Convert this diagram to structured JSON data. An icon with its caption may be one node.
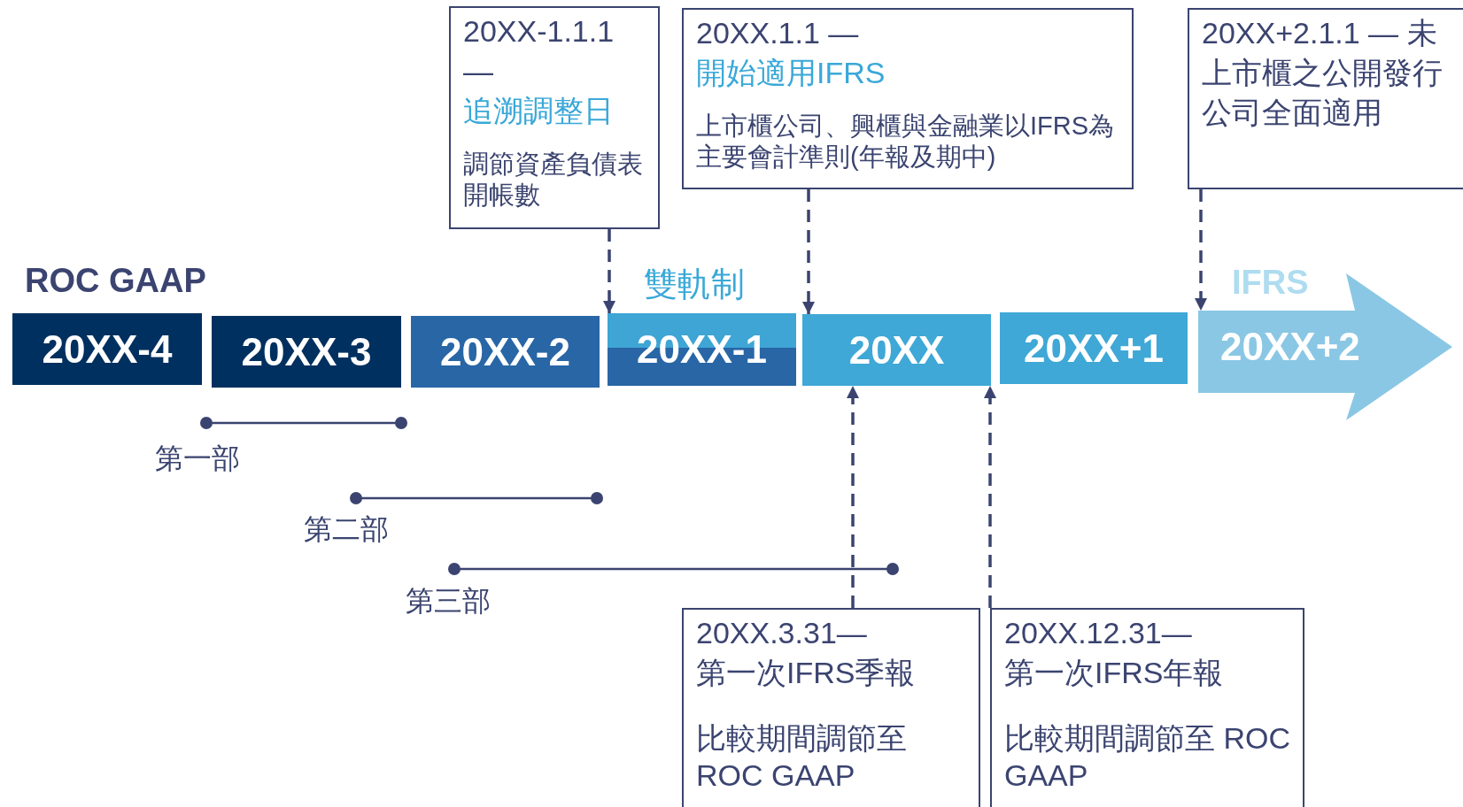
{
  "diagram": {
    "nodes": [
      {
        "text": [
          "20XX-4"
        ]
      },
      {
        "text": [
          "20XX-3"
        ]
      },
      {
        "text": [
          "20XX-2"
        ]
      },
      {
        "text": [
          "20XX-1"
        ]
      },
      {
        "text": [
          "20XX"
        ]
      },
      {
        "text": [
          "20XX+1"
        ]
      },
      {
        "text": [
          "20XX+2"
        ]
      },
      {
        "text": [
          "20XX-1.1.1 —",
          "追溯調整日",
          "調節資產負債表開帳數"
        ]
      },
      {
        "text": [
          "20XX.1.1 —",
          "開始適用IFRS",
          "上市櫃公司、興櫃與金融業以IFRS為主要會計準則(年報及期中)"
        ]
      },
      {
        "text": [
          "20XX+2.1.1 — 未上市櫃之公開發行公司全面適用"
        ]
      },
      {
        "text": [
          "20XX.3.31—",
          "第一次IFRS季報",
          "比較期間調節至 ROC GAAP"
        ]
      },
      {
        "text": [
          "20XX.12.31—",
          "第一次IFRS年報",
          "比較期間調節至 ROC GAAP"
        ]
      }
    ],
    "edges": [
      {
        "from": 7,
        "to": 3,
        "arrow": "to",
        "style": "dashed"
      },
      {
        "from": 8,
        "to": 4,
        "arrow": "to",
        "style": "dashed"
      },
      {
        "from": 9,
        "to": 6,
        "arrow": "to",
        "style": "dashed"
      },
      {
        "from": 10,
        "to": 4,
        "arrow": "to",
        "style": "dashed"
      },
      {
        "from": 11,
        "to": 4,
        "arrow": "to",
        "style": "dashed"
      }
    ],
    "labels": [
      "ROC GAAP",
      "雙軌制",
      "IFRS",
      "第一部",
      "第二部",
      "第三部"
    ]
  }
}
